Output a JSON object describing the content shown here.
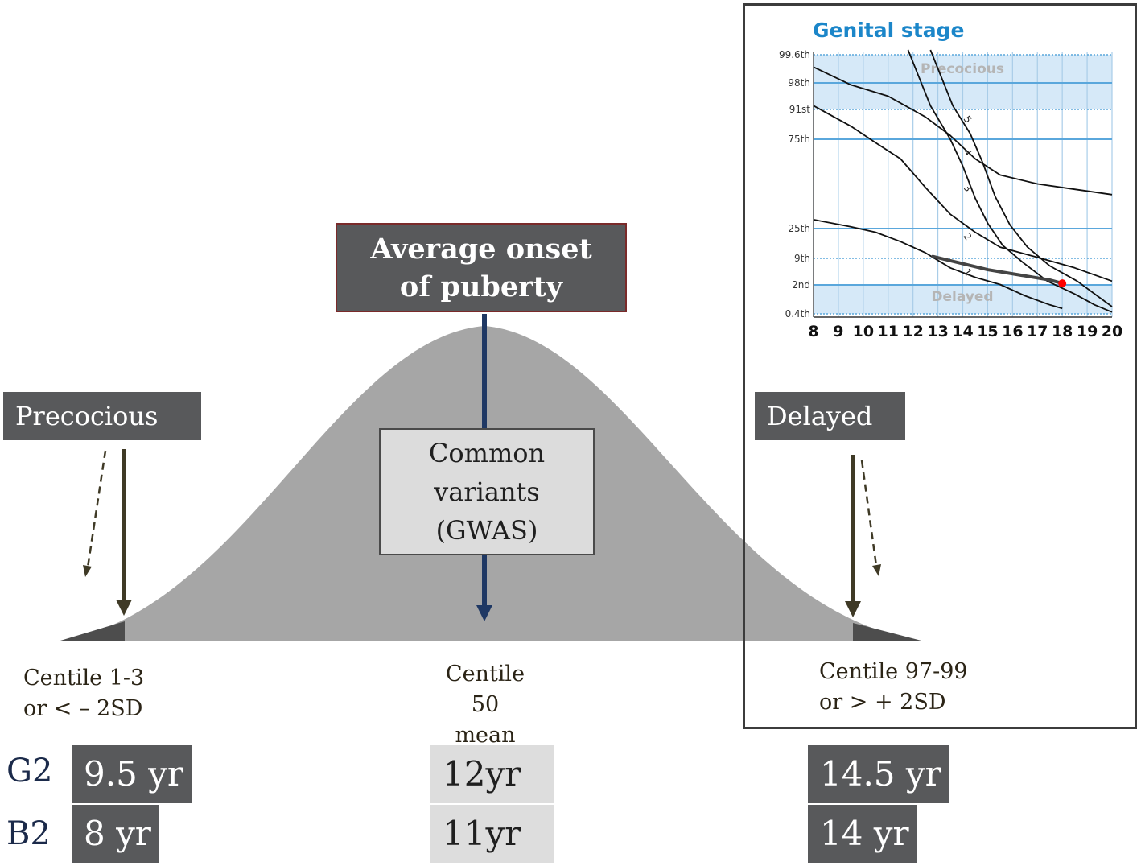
{
  "title": "Average onset of puberty",
  "precocious_label": "Precocious",
  "delayed_label": "Delayed",
  "center_box": "Common variants (GWAS)",
  "centiles": {
    "left": [
      "Centile 1-3",
      "or < – 2SD"
    ],
    "center": [
      "Centile 50",
      "mean"
    ],
    "right": [
      "Centile 97-99",
      "or > + 2SD"
    ]
  },
  "rows": {
    "g2": {
      "label": "G2",
      "low": "9.5 yr",
      "mean": "12yr",
      "high": "14.5 yr"
    },
    "b2": {
      "label": "B2",
      "low": "8 yr",
      "mean": "11yr",
      "high": "14 yr"
    }
  },
  "colors": {
    "curve": "#a6a6a6",
    "tail": "#4d4d4d",
    "arrow_brown": "#3f3a26",
    "arrow_navy": "#1f3864",
    "chart_band": "#d6e9f8",
    "chart_line_blue": "#5aa7dc",
    "chart_title": "#1b86c9",
    "point": "#ff0000"
  },
  "chart_data": {
    "type": "line",
    "title": "Genital stage",
    "xticks": [
      "8",
      "9",
      "10",
      "11",
      "12",
      "13",
      "14",
      "15",
      "16",
      "17",
      "18",
      "19",
      "20"
    ],
    "xlim": [
      8,
      20
    ],
    "yticks": [
      "99.6th",
      "98th",
      "91st",
      "75th",
      "25th",
      "9th",
      "2nd",
      "0.4th"
    ],
    "annotations": [
      "Precocious",
      "Delayed"
    ],
    "stage_labels": [
      "1",
      "2",
      "3",
      "4",
      "5"
    ],
    "series": [
      {
        "points": [
          [
            8,
            98.9
          ],
          [
            9.5,
            97.5
          ],
          [
            11,
            94.5
          ],
          [
            12.5,
            87
          ],
          [
            13.5,
            77
          ],
          [
            14.5,
            64
          ],
          [
            15.5,
            55
          ],
          [
            17,
            50
          ],
          [
            18.5,
            47
          ],
          [
            20,
            44
          ]
        ]
      },
      {
        "points": [
          [
            8,
            92
          ],
          [
            9.5,
            82
          ],
          [
            10.5,
            73
          ],
          [
            11.5,
            64
          ],
          [
            12.5,
            48
          ],
          [
            13.5,
            33
          ],
          [
            14.5,
            23
          ],
          [
            15.5,
            15
          ],
          [
            17,
            9.5
          ],
          [
            18.5,
            6.5
          ],
          [
            20,
            3
          ]
        ]
      },
      {
        "points": [
          [
            8,
            30
          ],
          [
            9.5,
            26
          ],
          [
            10.5,
            23
          ],
          [
            11.5,
            18
          ],
          [
            12.5,
            12
          ],
          [
            13.5,
            6.5
          ],
          [
            14.5,
            4
          ],
          [
            15.5,
            2.1
          ],
          [
            16.5,
            1.4
          ],
          [
            17.5,
            0.9
          ],
          [
            18,
            0.7
          ]
        ]
      },
      {
        "points": [
          [
            11.8,
            99.9
          ],
          [
            12.7,
            92
          ],
          [
            13.5,
            75
          ],
          [
            14,
            60
          ],
          [
            14.5,
            42
          ],
          [
            15,
            28
          ],
          [
            15.6,
            16
          ],
          [
            16.4,
            8
          ],
          [
            17.4,
            3
          ],
          [
            18.5,
            1.5
          ],
          [
            19.3,
            0.9
          ],
          [
            20,
            0.5
          ]
        ]
      },
      {
        "points": [
          [
            12.7,
            99.9
          ],
          [
            13.6,
            92
          ],
          [
            14.3,
            78
          ],
          [
            14.8,
            62
          ],
          [
            15.3,
            43
          ],
          [
            15.9,
            27
          ],
          [
            16.6,
            15
          ],
          [
            17.5,
            7
          ],
          [
            18.6,
            3
          ],
          [
            19.4,
            1.4
          ],
          [
            20,
            0.8
          ]
        ]
      }
    ],
    "patient": {
      "points": [
        [
          12.8,
          10
        ],
        [
          15,
          6
        ],
        [
          17.5,
          3.3
        ],
        [
          18,
          2.4
        ]
      ],
      "last": [
        18,
        2.4
      ]
    }
  }
}
